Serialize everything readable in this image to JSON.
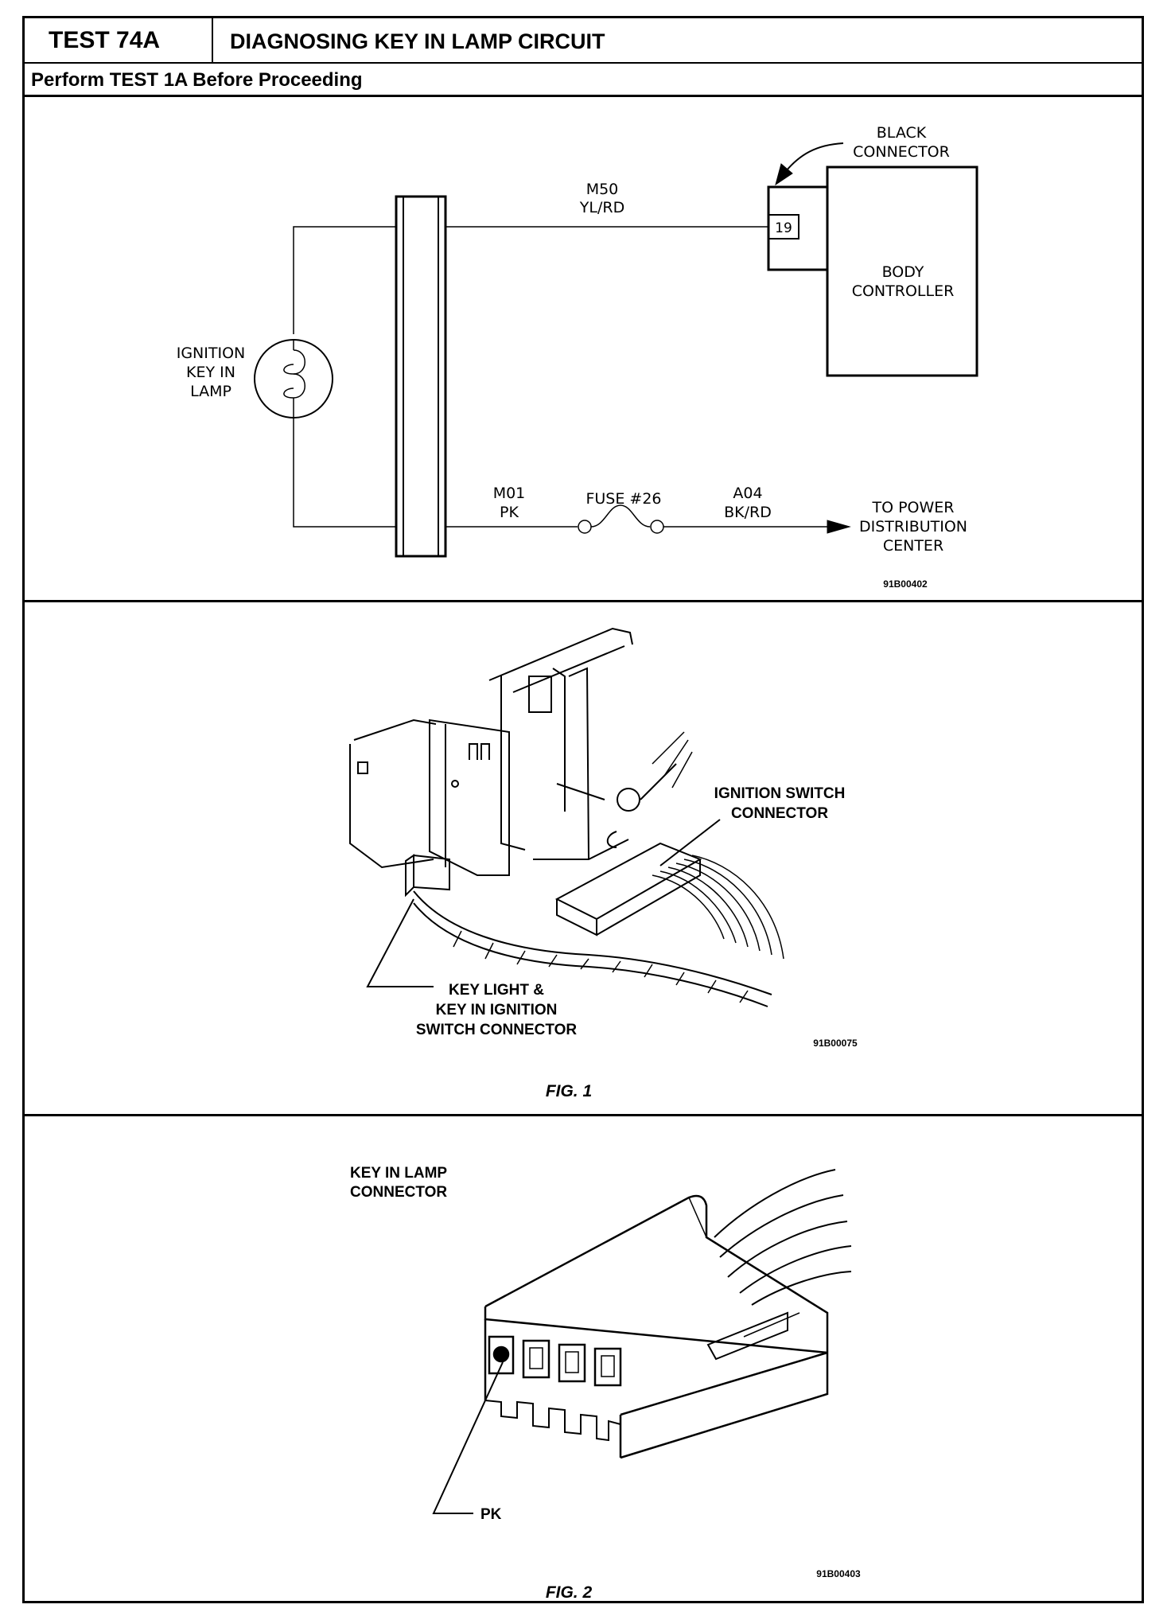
{
  "header": {
    "test_id": "TEST 74A",
    "title": "DIAGNOSING KEY IN LAMP CIRCUIT",
    "prerequisite": "Perform TEST 1A Before Proceeding"
  },
  "schematic": {
    "lamp_label": [
      "IGNITION",
      "KEY IN",
      "LAMP"
    ],
    "top_wire": [
      "M50",
      "YL/RD"
    ],
    "black_connector": [
      "BLACK",
      "CONNECTOR"
    ],
    "pin": "19",
    "body_controller": [
      "BODY",
      "CONTROLLER"
    ],
    "bottom_wire_left": [
      "M01",
      "PK"
    ],
    "fuse": "FUSE  #26",
    "bottom_wire_right": [
      "A04",
      "BK/RD"
    ],
    "destination": [
      "TO POWER",
      "DISTRIBUTION",
      "CENTER"
    ],
    "figure_code": "91B00402"
  },
  "figure1": {
    "callout_ignition_switch": [
      "IGNITION SWITCH",
      "CONNECTOR"
    ],
    "callout_key_light": [
      "KEY LIGHT &",
      "KEY IN IGNITION",
      "SWITCH CONNECTOR"
    ],
    "figure_code": "91B00075",
    "caption": "FIG. 1"
  },
  "figure2": {
    "title": [
      "KEY IN LAMP",
      "CONNECTOR"
    ],
    "callout_pin": "PK",
    "figure_code": "91B00403",
    "caption": "FIG. 2"
  }
}
